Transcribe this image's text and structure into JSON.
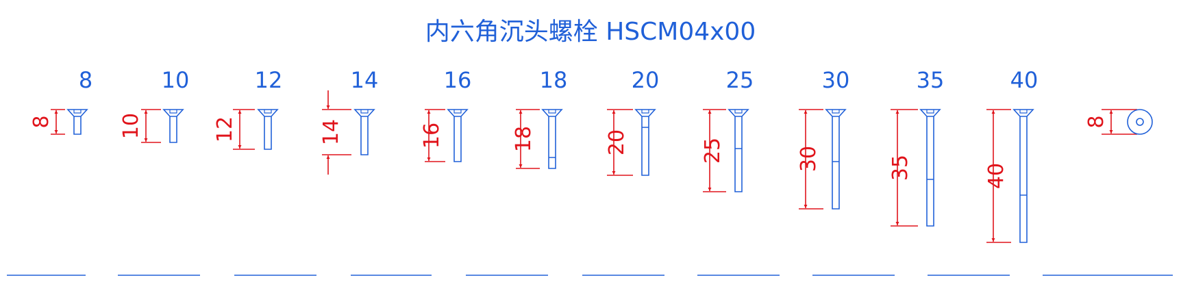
{
  "title": "内六角沉头螺栓 HSCM04x00",
  "colors": {
    "outline": "#2060d8",
    "dimension": "#e0141b",
    "background": "#ffffff"
  },
  "end_view": {
    "dimension_label": "8"
  },
  "bolts": [
    {
      "length_label": "8",
      "dimension_label": "8"
    },
    {
      "length_label": "10",
      "dimension_label": "10"
    },
    {
      "length_label": "12",
      "dimension_label": "12"
    },
    {
      "length_label": "14",
      "dimension_label": "14"
    },
    {
      "length_label": "16",
      "dimension_label": "16"
    },
    {
      "length_label": "18",
      "dimension_label": "18"
    },
    {
      "length_label": "20",
      "dimension_label": "20"
    },
    {
      "length_label": "25",
      "dimension_label": "25"
    },
    {
      "length_label": "30",
      "dimension_label": "30"
    },
    {
      "length_label": "35",
      "dimension_label": "35"
    },
    {
      "length_label": "40",
      "dimension_label": "40"
    }
  ]
}
